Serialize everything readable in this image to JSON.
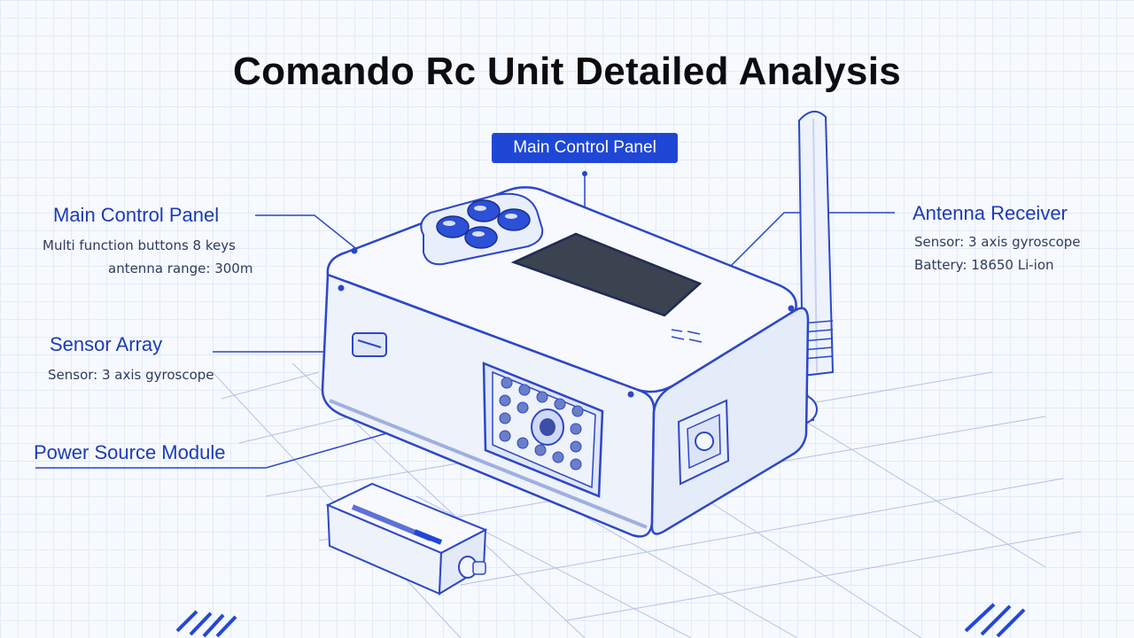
{
  "title": "Comando Rc Unit Detailed Analysis",
  "badge": "Main Control Panel",
  "callouts": {
    "main_control": {
      "label": "Main Control Panel",
      "lines": [
        "Multi function buttons 8 keys",
        "antenna range: 300m"
      ]
    },
    "sensor": {
      "label": "Sensor Array",
      "lines": [
        "Sensor: 3 axis gyroscope"
      ]
    },
    "power": {
      "label": "Power Source Module",
      "lines": []
    },
    "antenna": {
      "label": "Antenna Receiver",
      "lines": [
        "Sensor: 3 axis gyroscope",
        "Battery: 18650 Li-ion"
      ]
    }
  },
  "colors": {
    "accent": "#1f47d6",
    "line": "#2c46c9",
    "device_fill": "#f3f6fd",
    "screen": "#3b4250"
  }
}
